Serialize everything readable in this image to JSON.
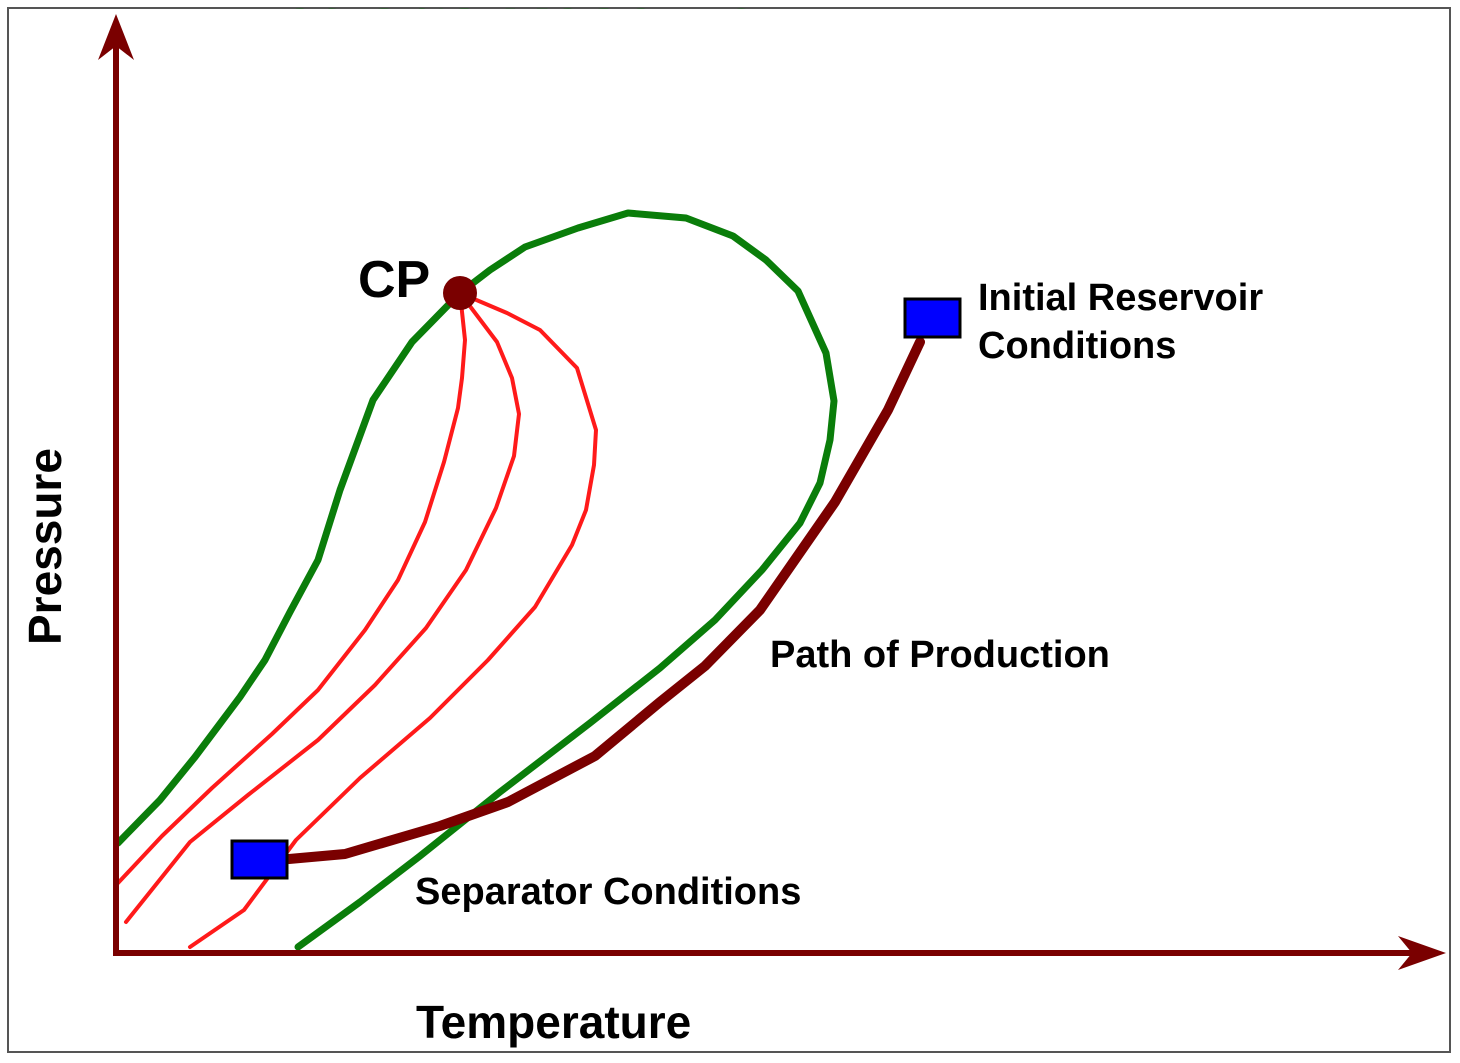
{
  "title": "Wet Gas Reservoir",
  "axes": {
    "x_label": "Temperature",
    "y_label": "Pressure"
  },
  "labels": {
    "critical_point": "CP",
    "initial_line1": "Initial Reservoir",
    "initial_line2": "Conditions",
    "production_path": "Path of Production",
    "separator": "Separator Conditions"
  },
  "colors": {
    "background": "#ffffff",
    "axis": "#7a0000",
    "phase_envelope": "#0a7d0a",
    "quality_lines": "#ff1a1a",
    "production_path": "#7a0000",
    "critical_point": "#7a0000",
    "condition_markers": "#0000ff",
    "title": "#1f6b1f",
    "text": "#000000"
  }
}
